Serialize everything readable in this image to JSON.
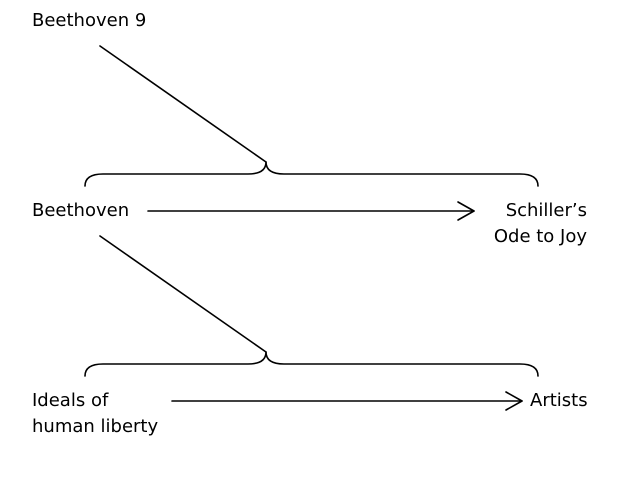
{
  "nodes": {
    "beethoven9": "Beethoven 9",
    "beethoven": "Beethoven",
    "schiller_line1": "Schiller’s",
    "schiller_line2": "Ode to Joy",
    "ideals_line1": "Ideals of",
    "ideals_line2": "human liberty",
    "artists": "Artists"
  },
  "colors": {
    "stroke": "#000000",
    "text": "#000000"
  }
}
